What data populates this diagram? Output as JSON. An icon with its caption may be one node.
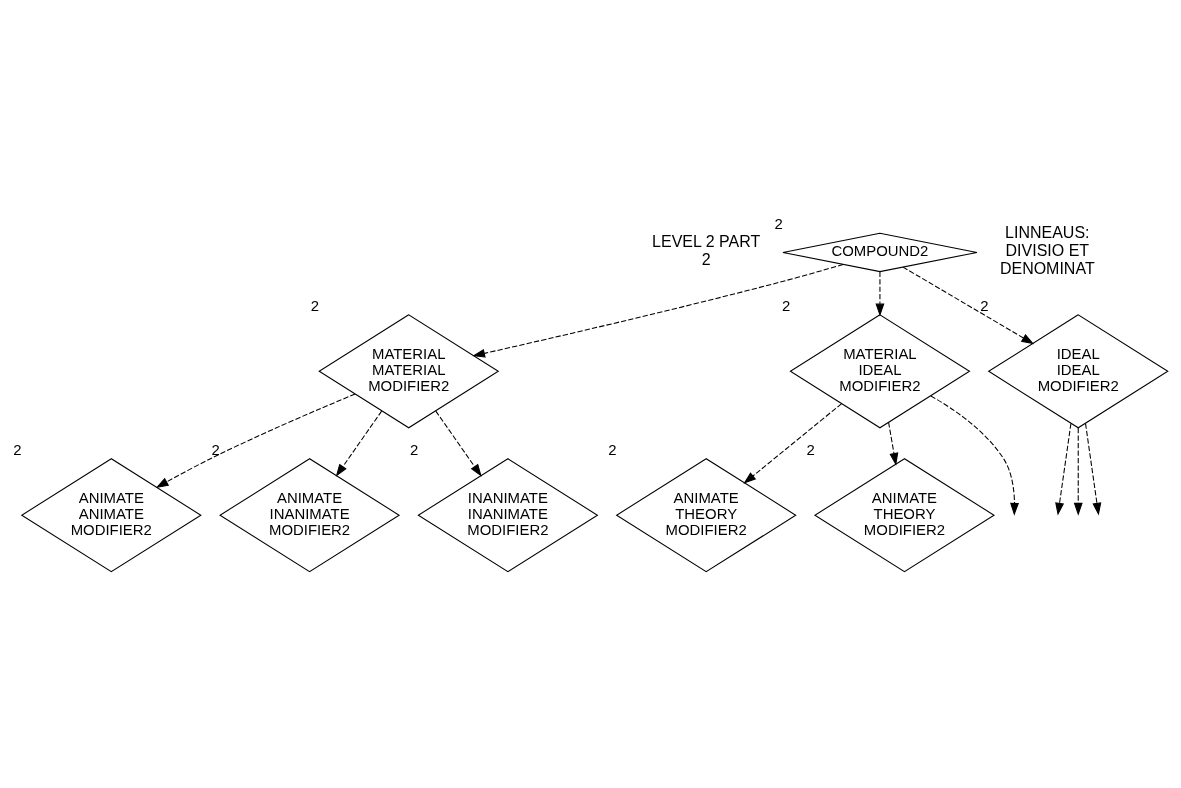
{
  "diagram": {
    "nodes": [
      {
        "text": [
          "COMPOUND2"
        ],
        "beside": [
          "2"
        ]
      },
      {
        "text": [
          "MATERIAL MATERIAL MODIFIER2"
        ],
        "beside": [
          "2"
        ]
      },
      {
        "text": [
          "MATERIAL IDEAL MODIFIER2"
        ],
        "beside": [
          "2"
        ]
      },
      {
        "text": [
          "IDEAL IDEAL MODIFIER2"
        ],
        "beside": [
          "2"
        ]
      },
      {
        "text": [
          "ANIMATE ANIMATE MODIFIER2"
        ],
        "beside": [
          "2"
        ]
      },
      {
        "text": [
          "ANIMATE INANIMATE MODIFIER2"
        ],
        "beside": [
          "2"
        ]
      },
      {
        "text": [
          "INANIMATE INANIMATE MODIFIER2"
        ],
        "beside": [
          "2"
        ]
      },
      {
        "text": [
          "ANIMATE THEORY MODIFIER2"
        ],
        "beside": [
          "2"
        ]
      },
      {
        "text": [
          "ANIMATE THEORY MODIFIER2"
        ],
        "beside": [
          "2"
        ]
      }
    ],
    "edges": [
      {
        "from": 0,
        "to": 1,
        "arrow": "to",
        "style": "dashed"
      },
      {
        "from": 0,
        "to": 2,
        "arrow": "to",
        "style": "dashed"
      },
      {
        "from": 0,
        "to": 3,
        "arrow": "to",
        "style": "dashed"
      },
      {
        "from": 1,
        "to": 4,
        "arrow": "to",
        "style": "dashed"
      },
      {
        "from": 1,
        "to": 5,
        "arrow": "to",
        "style": "dashed"
      },
      {
        "from": 1,
        "to": 6,
        "arrow": "to",
        "style": "dashed"
      },
      {
        "from": 2,
        "to": 7,
        "arrow": "to",
        "style": "dashed"
      },
      {
        "from": 2,
        "to": 8,
        "arrow": "to",
        "style": "dashed"
      },
      {
        "from": 2,
        "to": null,
        "arrow": "to",
        "style": "dashed"
      },
      {
        "from": 3,
        "to": null,
        "arrow": "to",
        "style": "dashed"
      },
      {
        "from": 3,
        "to": null,
        "arrow": "to",
        "style": "dashed"
      },
      {
        "from": 3,
        "to": null,
        "arrow": "to",
        "style": "dashed"
      }
    ],
    "labels": [
      "LEVEL 2 PART 2",
      "LINNEAUS: DIVISIO ET DENOMINAT"
    ]
  }
}
